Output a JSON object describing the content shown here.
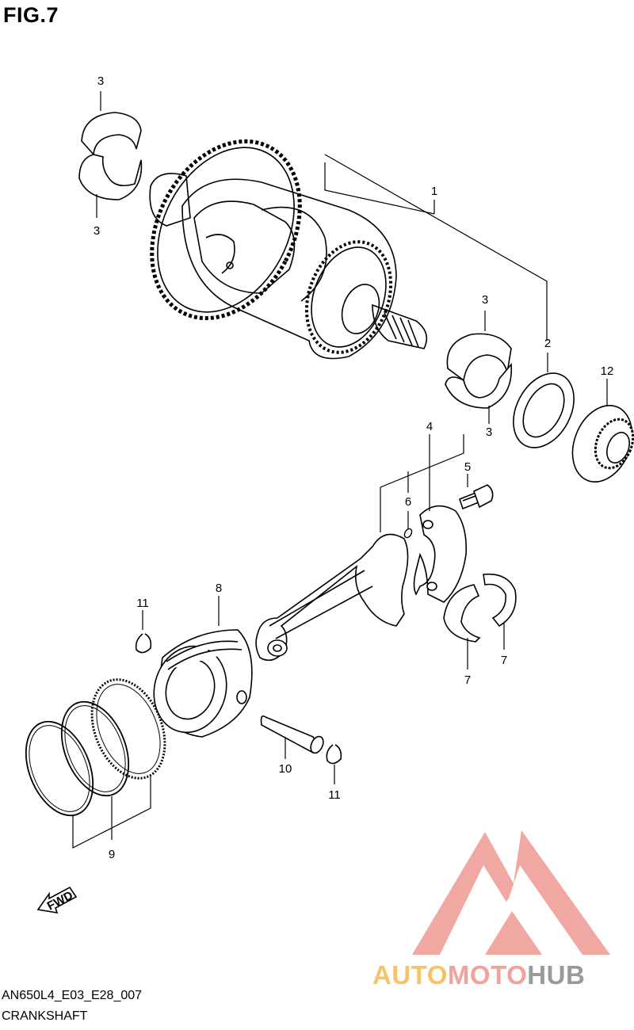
{
  "figure": {
    "title": "FIG.7"
  },
  "callouts": {
    "c1": "1",
    "c2": "2",
    "c3a": "3",
    "c3b": "3",
    "c3c": "3",
    "c3d": "3",
    "c4": "4",
    "c5": "5",
    "c6": "6",
    "c7a": "7",
    "c7b": "7",
    "c8": "8",
    "c9": "9",
    "c10": "10",
    "c11a": "11",
    "c11b": "11",
    "c12": "12"
  },
  "forward_badge": {
    "text": "FWD",
    "icon": "forward-arrow-icon"
  },
  "footer": {
    "code": "AN650L4_E03_E28_007",
    "name": "CRANKSHAFT"
  },
  "watermark": {
    "part1": "AUTO",
    "part2": "MOTO",
    "part3": "HUB",
    "colors": {
      "auto": "#f5c36a",
      "moto": "#f1a39b",
      "hub": "#9a9a9a",
      "logo": "#f09a92"
    }
  }
}
